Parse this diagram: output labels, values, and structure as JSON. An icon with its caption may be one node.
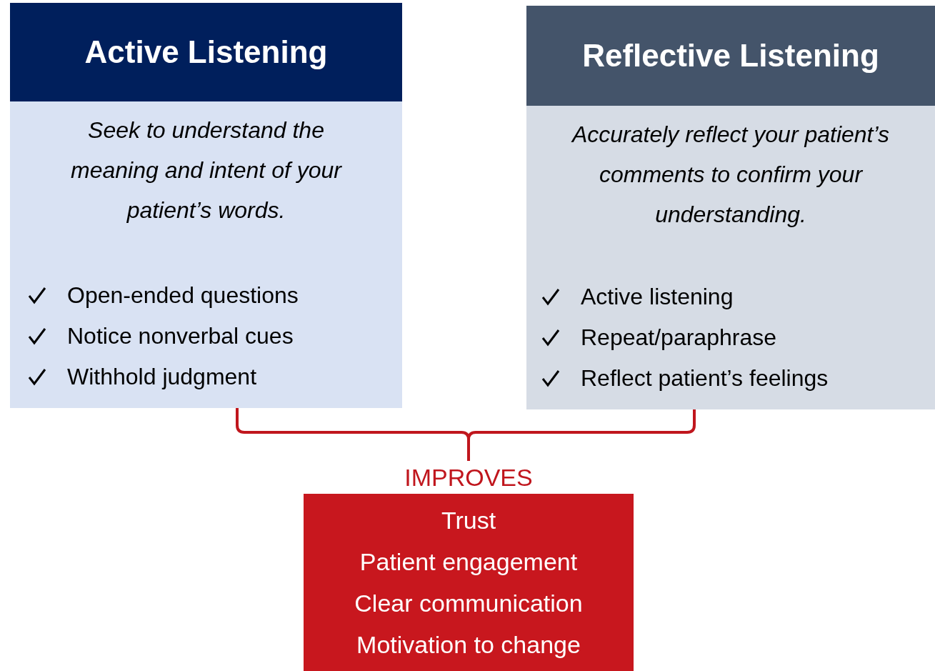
{
  "diagram": {
    "nodes": [
      {
        "text": [
          "Active Listening",
          "Seek to understand the meaning and intent of your patient’s words.",
          "Open-ended questions",
          "Notice nonverbal cues",
          "Withhold judgment"
        ]
      },
      {
        "text": [
          "Reflective Listening",
          "Accurately reflect your patient’s comments to confirm your understanding.",
          "Active listening",
          "Repeat/paraphrase",
          "Reflect patient’s feelings"
        ]
      },
      {
        "text": [
          "IMPROVES",
          "Trust",
          "Patient engagement",
          "Clear communication",
          "Motivation to change"
        ]
      }
    ],
    "edges": [
      {
        "from": 0,
        "to": 2,
        "arrow": "none",
        "color": "#c0161d"
      },
      {
        "from": 1,
        "to": 2,
        "arrow": "none",
        "color": "#c0161d"
      }
    ]
  }
}
